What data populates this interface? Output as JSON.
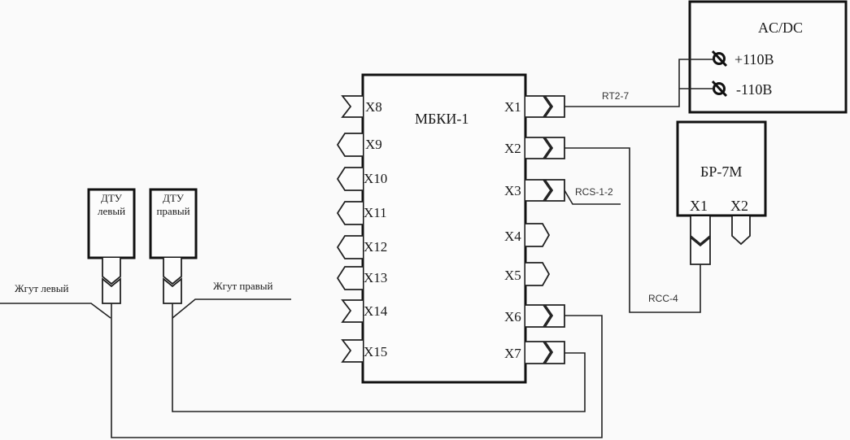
{
  "diagram": {
    "main_unit": {
      "name": "МБКИ-1",
      "left_ports": [
        "X8",
        "X9",
        "X10",
        "X11",
        "X12",
        "X13",
        "X14",
        "X15"
      ],
      "right_ports": [
        "X1",
        "X2",
        "X3",
        "X4",
        "X5",
        "X6",
        "X7"
      ]
    },
    "power_supply": {
      "name": "AC/DC",
      "terminals": [
        "+110В",
        "-110В"
      ]
    },
    "relay_unit": {
      "name": "БР-7М",
      "ports": [
        "X1",
        "X2"
      ]
    },
    "sensors": [
      {
        "line1": "ДТУ",
        "line2": "левый"
      },
      {
        "line1": "ДТУ",
        "line2": "правый"
      }
    ],
    "harnesses": [
      "Жгут левый",
      "Жгут правый"
    ],
    "cables": {
      "x1_power": "RT2-7",
      "x3": "RCS-1-2",
      "x2_relay": "RCC-4"
    }
  }
}
